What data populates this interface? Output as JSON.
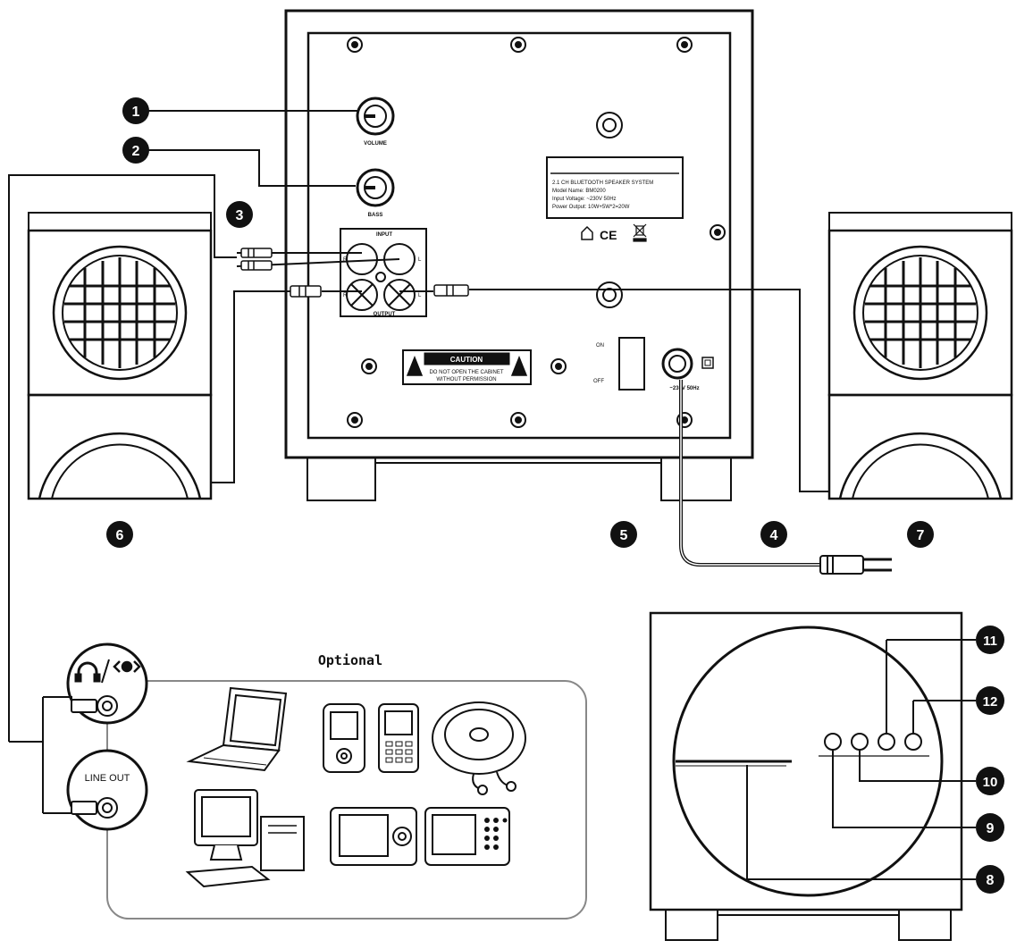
{
  "callouts": [
    "1",
    "2",
    "3",
    "4",
    "5",
    "6",
    "7",
    "8",
    "9",
    "10",
    "11",
    "12"
  ],
  "optional_label": "Optional",
  "line_out_label": "LINE OUT",
  "subwoofer_rear": {
    "volume_label": "VOLUME",
    "bass_label": "BASS",
    "input_label": "INPUT",
    "output_label": "OUTPUT",
    "r_label": "R",
    "l_label": "L",
    "on_label": "ON",
    "off_label": "OFF",
    "power_label": "~230V 50Hz",
    "caution_title": "CAUTION",
    "caution_line1": "DO NOT OPEN THE CABINET",
    "caution_line2": "WITHOUT PERMISSION",
    "spec_lines": [
      "2.1 CH BLUETOOTH SPEAKER SYSTEM",
      "Model Name: BM0200",
      "Input Voltage: ~230V 50Hz",
      "Power Output: 10W+5W*2=20W"
    ]
  },
  "icons": [
    "headphone-icon",
    "audio-out-icon",
    "laptop-icon",
    "mp3-player-icon",
    "mobile-phone-icon",
    "cd-player-icon",
    "desktop-pc-icon",
    "portable-media-player-icon",
    "pda-icon",
    "power-plug-icon",
    "ce-mark-icon",
    "home-icon",
    "recycle-bin-icon",
    "caution-triangle-icon"
  ]
}
